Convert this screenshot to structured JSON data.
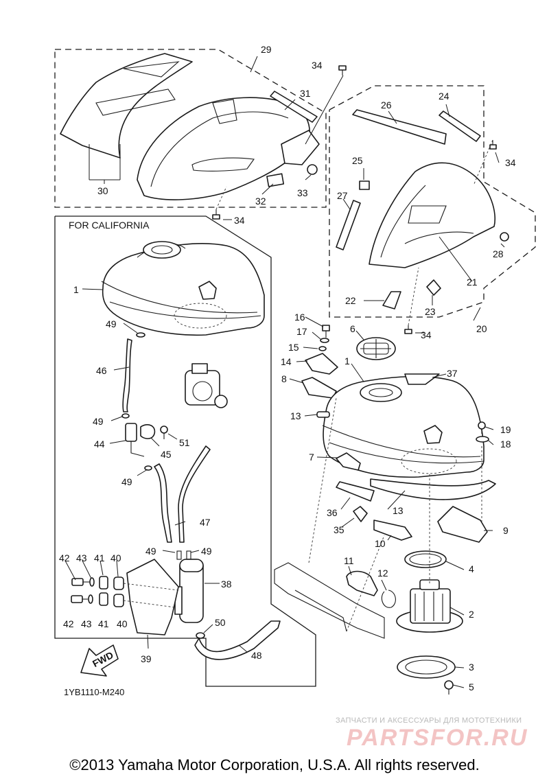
{
  "labels": {
    "california": "FOR CALIFORNIA",
    "diagram_code": "1YB1110-M240",
    "fwd": "FWD"
  },
  "callouts": {
    "c29": "29",
    "c34a": "34",
    "c31": "31",
    "c30": "30",
    "c32": "32",
    "c33": "33",
    "c34b": "34",
    "c24": "24",
    "c26": "26",
    "c34c": "34",
    "c25": "25",
    "c27": "27",
    "c28": "28",
    "c21": "21",
    "c22": "22",
    "c23": "23",
    "c20": "20",
    "c34d": "34",
    "c1a": "1",
    "c49a": "49",
    "c46": "46",
    "c49b": "49",
    "c44": "44",
    "c45": "45",
    "c51": "51",
    "c49c": "49",
    "c47": "47",
    "c49d": "49",
    "c49e": "49",
    "c42a": "42",
    "c43a": "43",
    "c41a": "41",
    "c40a": "40",
    "c38": "38",
    "c42b": "42",
    "c43b": "43",
    "c41b": "41",
    "c40b": "40",
    "c39": "39",
    "c50": "50",
    "c48": "48",
    "c16": "16",
    "c6": "6",
    "c17": "17",
    "c15": "15",
    "c14": "14",
    "c1b": "1",
    "c37": "37",
    "c8": "8",
    "c13a": "13",
    "c19": "19",
    "c18": "18",
    "c7": "7",
    "c36": "36",
    "c13b": "13",
    "c35": "35",
    "c9": "9",
    "c10": "10",
    "c4": "4",
    "c11": "11",
    "c12": "12",
    "c2": "2",
    "c3": "3",
    "c5": "5"
  },
  "watermark": {
    "line1": "ЗАПЧАСТИ И АКСЕССУАРЫ ДЛЯ МОТОТЕХНИКИ",
    "logo": "PARTSFOR.RU"
  },
  "copyright": "©2013 Yamaha Motor Corporation, U.S.A. All rights reserved.",
  "colors": {
    "line": "#1a1a1a",
    "watermark_logo": "#f3c4c4",
    "watermark_text": "#b9b9b9"
  }
}
